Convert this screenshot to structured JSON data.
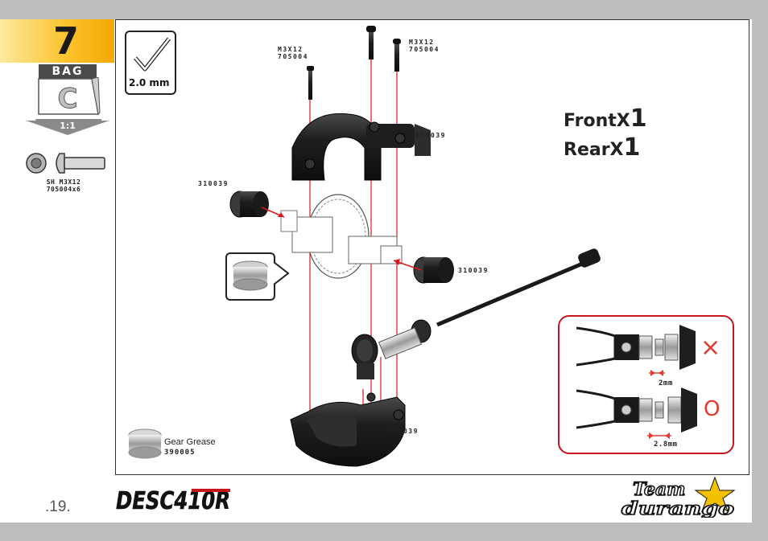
{
  "step": {
    "number": "7"
  },
  "bag": {
    "label": "BAG",
    "letter": "C",
    "ratio": "1:1"
  },
  "hardware": {
    "name": "SH M3X12",
    "code": "705004x6",
    "icon": "button-head-screw-icon"
  },
  "tool": {
    "size": "2.0 mm",
    "icon": "hex-wrench-icon"
  },
  "parts": {
    "screw_left": {
      "name": "M3X12",
      "code": "705004"
    },
    "screw_right": {
      "name": "M3X12",
      "code": "705004"
    },
    "bushing_top": "310039",
    "bushing_left": "310039",
    "bushing_right": "310039",
    "bushing_bottom": "310039"
  },
  "quantities": {
    "front_label": "FrontX",
    "front_value": "1",
    "rear_label": "RearX",
    "rear_value": "1"
  },
  "inset": {
    "wrong_mark": "×",
    "right_mark": "O",
    "wrong_gap": "2mm",
    "right_gap": "2.8mm",
    "colors": {
      "border": "#c4161c",
      "arrow": "#e23b2f"
    }
  },
  "grease": {
    "name": "Gear Grease",
    "code": "390005"
  },
  "footer": {
    "page_number": ".19.",
    "product_logo": "DESC410R",
    "brand_logo_line1": "Team",
    "brand_logo_line2": "durango"
  },
  "colors": {
    "accent": "#fbc531",
    "guide_line": "#d7191f",
    "part": "#1e1e1e"
  }
}
